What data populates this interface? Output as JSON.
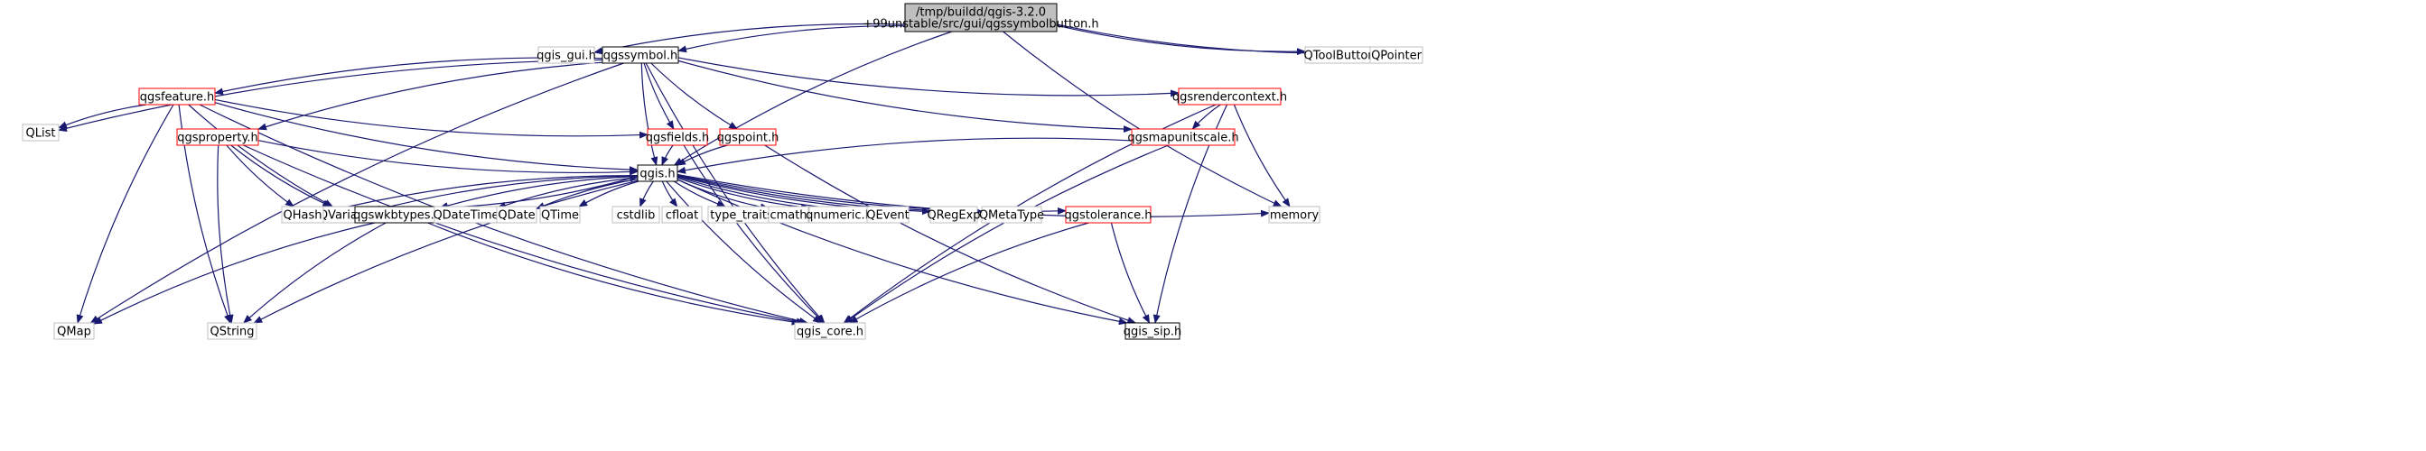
{
  "graph": {
    "nodes": [
      {
        "id": "root",
        "lines": [
          "/tmp/buildd/qgis-3.2.0",
          "+99unstable/src/gui/qgssymbolbutton.h"
        ],
        "status": "selected"
      },
      {
        "id": "qgis_gui",
        "lines": [
          "qgis_gui.h"
        ],
        "status": "external"
      },
      {
        "id": "qgssymbol",
        "lines": [
          "qgssymbol.h"
        ],
        "status": "documented"
      },
      {
        "id": "qtoolbutton",
        "lines": [
          "QToolButton"
        ],
        "status": "external"
      },
      {
        "id": "qpointer",
        "lines": [
          "QPointer"
        ],
        "status": "external"
      },
      {
        "id": "qgsfeature",
        "lines": [
          "qgsfeature.h"
        ],
        "status": "truncated"
      },
      {
        "id": "qgsrendercontext",
        "lines": [
          "qgsrendercontext.h"
        ],
        "status": "truncated"
      },
      {
        "id": "qlist",
        "lines": [
          "QList"
        ],
        "status": "external"
      },
      {
        "id": "qgsproperty",
        "lines": [
          "qgsproperty.h"
        ],
        "status": "truncated"
      },
      {
        "id": "qgsfields",
        "lines": [
          "qgsfields.h"
        ],
        "status": "truncated"
      },
      {
        "id": "qgspoint",
        "lines": [
          "qgspoint.h"
        ],
        "status": "truncated"
      },
      {
        "id": "qgsmapunitscale",
        "lines": [
          "qgsmapunitscale.h"
        ],
        "status": "truncated"
      },
      {
        "id": "qgis",
        "lines": [
          "qgis.h"
        ],
        "status": "documented"
      },
      {
        "id": "qvariant",
        "lines": [
          "QVariant"
        ],
        "status": "external"
      },
      {
        "id": "qhash",
        "lines": [
          "QHash"
        ],
        "status": "external"
      },
      {
        "id": "qgswkbtypes",
        "lines": [
          "qgswkbtypes.h"
        ],
        "status": "documented"
      },
      {
        "id": "qdatetime",
        "lines": [
          "QDateTime"
        ],
        "status": "external"
      },
      {
        "id": "qdate",
        "lines": [
          "QDate"
        ],
        "status": "external"
      },
      {
        "id": "qtime",
        "lines": [
          "QTime"
        ],
        "status": "external"
      },
      {
        "id": "cstdlib",
        "lines": [
          "cstdlib"
        ],
        "status": "external"
      },
      {
        "id": "cfloat",
        "lines": [
          "cfloat"
        ],
        "status": "external"
      },
      {
        "id": "type_traits",
        "lines": [
          "type_traits"
        ],
        "status": "external"
      },
      {
        "id": "cmath",
        "lines": [
          "cmath"
        ],
        "status": "external"
      },
      {
        "id": "qnumeric",
        "lines": [
          "qnumeric.h"
        ],
        "status": "external"
      },
      {
        "id": "qevent",
        "lines": [
          "QEvent"
        ],
        "status": "external"
      },
      {
        "id": "qregexp",
        "lines": [
          "QRegExp"
        ],
        "status": "external"
      },
      {
        "id": "qmetatype",
        "lines": [
          "QMetaType"
        ],
        "status": "external"
      },
      {
        "id": "qgstolerance",
        "lines": [
          "qgstolerance.h"
        ],
        "status": "truncated"
      },
      {
        "id": "memory",
        "lines": [
          "memory"
        ],
        "status": "external"
      },
      {
        "id": "qmap",
        "lines": [
          "QMap"
        ],
        "status": "external"
      },
      {
        "id": "qstring",
        "lines": [
          "QString"
        ],
        "status": "external"
      },
      {
        "id": "qgis_core",
        "lines": [
          "qgis_core.h"
        ],
        "status": "external"
      },
      {
        "id": "qgis_sip",
        "lines": [
          "qgis_sip.h"
        ],
        "status": "documented"
      }
    ],
    "edges": [
      [
        "root",
        "qgis_gui"
      ],
      [
        "root",
        "qgssymbol"
      ],
      [
        "root",
        "qtoolbutton"
      ],
      [
        "root",
        "qpointer"
      ],
      [
        "root",
        "qgis"
      ],
      [
        "root",
        "memory"
      ],
      [
        "qgssymbol",
        "qgsfeature"
      ],
      [
        "qgssymbol",
        "qlist"
      ],
      [
        "qgssymbol",
        "qmap"
      ],
      [
        "qgssymbol",
        "qgsproperty"
      ],
      [
        "qgssymbol",
        "qgis"
      ],
      [
        "qgssymbol",
        "qgsfields"
      ],
      [
        "qgssymbol",
        "qgspoint"
      ],
      [
        "qgssymbol",
        "qgsrendercontext"
      ],
      [
        "qgssymbol",
        "qgsmapunitscale"
      ],
      [
        "qgssymbol",
        "qgis_core"
      ],
      [
        "qgsfeature",
        "qlist"
      ],
      [
        "qgsfeature",
        "qvariant"
      ],
      [
        "qgsfeature",
        "qmap"
      ],
      [
        "qgsfeature",
        "qstring"
      ],
      [
        "qgsfeature",
        "qgsfields"
      ],
      [
        "qgsfeature",
        "qgis"
      ],
      [
        "qgsfeature",
        "qgis_core"
      ],
      [
        "qgsproperty",
        "qgis"
      ],
      [
        "qgsproperty",
        "qvariant"
      ],
      [
        "qgsproperty",
        "qhash"
      ],
      [
        "qgsproperty",
        "qstring"
      ],
      [
        "qgsproperty",
        "qgis_core"
      ],
      [
        "qgsfields",
        "qgis"
      ],
      [
        "qgsfields",
        "qgis_core"
      ],
      [
        "qgspoint",
        "qgis"
      ],
      [
        "qgspoint",
        "qgis_sip"
      ],
      [
        "qgsrendercontext",
        "qgsmapunitscale"
      ],
      [
        "qgsrendercontext",
        "memory"
      ],
      [
        "qgsrendercontext",
        "qgis_core"
      ],
      [
        "qgsrendercontext",
        "qgis_sip"
      ],
      [
        "qgsmapunitscale",
        "qgis"
      ],
      [
        "qgsmapunitscale",
        "qgis_core"
      ],
      [
        "qgis",
        "qvariant"
      ],
      [
        "qgis",
        "qhash"
      ],
      [
        "qgis",
        "qgswkbtypes"
      ],
      [
        "qgis",
        "qdatetime"
      ],
      [
        "qgis",
        "qdate"
      ],
      [
        "qgis",
        "qtime"
      ],
      [
        "qgis",
        "cstdlib"
      ],
      [
        "qgis",
        "cfloat"
      ],
      [
        "qgis",
        "type_traits"
      ],
      [
        "qgis",
        "cmath"
      ],
      [
        "qgis",
        "qnumeric"
      ],
      [
        "qgis",
        "qevent"
      ],
      [
        "qgis",
        "qregexp"
      ],
      [
        "qgis",
        "qmetatype"
      ],
      [
        "qgis",
        "qgstolerance"
      ],
      [
        "qgis",
        "memory"
      ],
      [
        "qgis",
        "qstring"
      ],
      [
        "qgis",
        "qgis_core"
      ],
      [
        "qgis",
        "qgis_sip"
      ],
      [
        "qgswkbtypes",
        "qgis"
      ],
      [
        "qgswkbtypes",
        "qmap"
      ],
      [
        "qgswkbtypes",
        "qstring"
      ],
      [
        "qgswkbtypes",
        "qgis_core"
      ],
      [
        "qgstolerance",
        "qgis_core"
      ],
      [
        "qgstolerance",
        "qgis_sip"
      ]
    ]
  },
  "colors": {
    "edge": "#191970",
    "selected_fill": "#bfbfbf",
    "documented_border": "#000000",
    "truncated_border": "#ff0000",
    "external_border": "#bfbfbf",
    "node_fill": "#ffffff",
    "text": "#000000"
  }
}
